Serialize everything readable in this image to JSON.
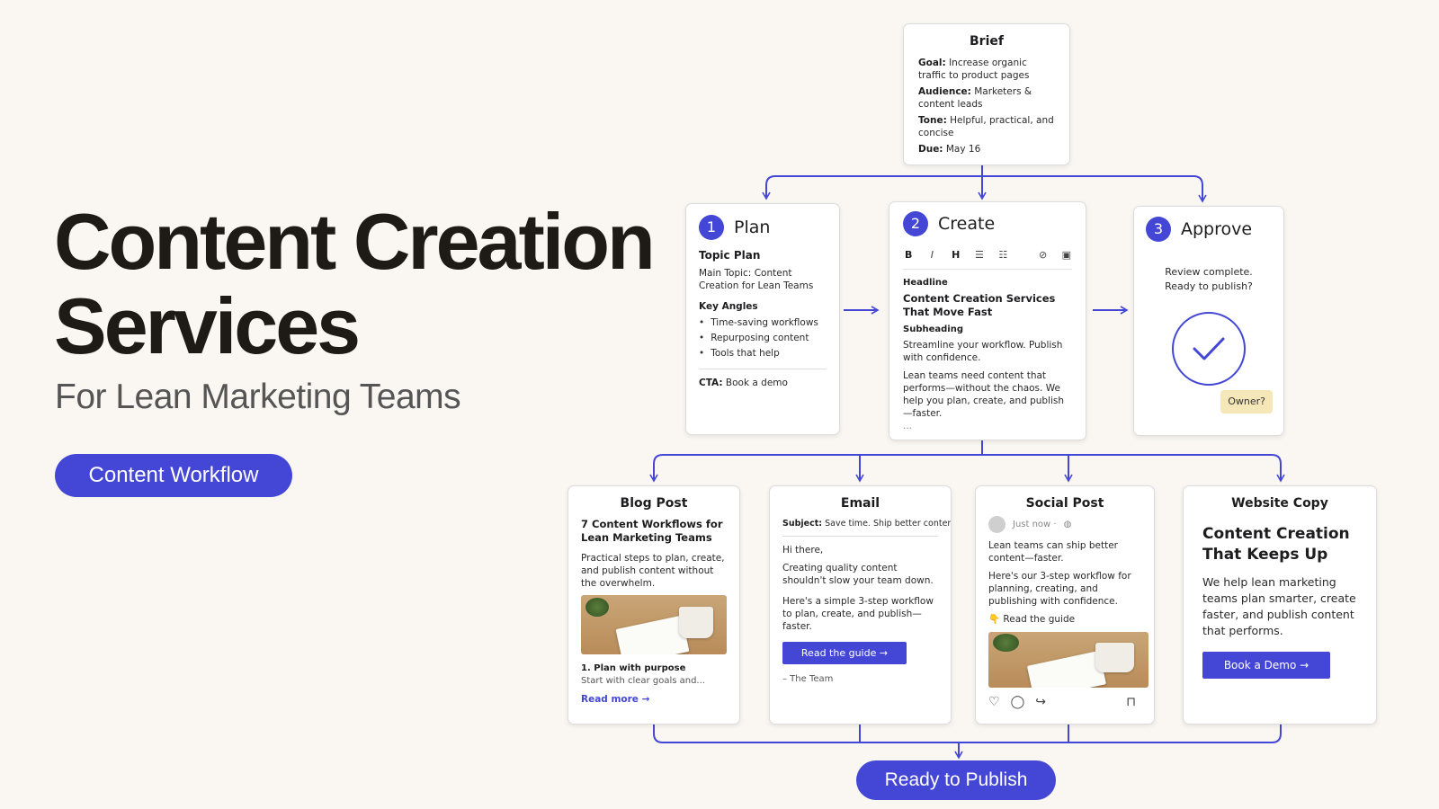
{
  "hero": {
    "title_line1": "Content Creation",
    "title_line2": "Services",
    "subtitle": "For Lean Marketing Teams",
    "workflow_pill": "Content Workflow"
  },
  "brief": {
    "title": "Brief",
    "goal_label": "Goal:",
    "goal_text": "Increase organic traffic to product pages",
    "audience_label": "Audience:",
    "audience_text": "Marketers & content leads",
    "tone_label": "Tone:",
    "tone_text": "Helpful, practical, and concise",
    "due_label": "Due:",
    "due_text": "May 16"
  },
  "plan": {
    "number": "1",
    "title": "Plan",
    "heading": "Topic Plan",
    "main_topic_label": "Main Topic:",
    "main_topic_text": "Content Creation for Lean Teams",
    "angles_heading": "Key Angles",
    "angles": [
      "Time-saving workflows",
      "Repurposing content",
      "Tools that help"
    ],
    "cta_label": "CTA:",
    "cta_text": "Book a demo"
  },
  "create": {
    "number": "2",
    "title": "Create",
    "toolbar": [
      "B",
      "I",
      "H",
      "☰",
      "☷",
      "⊘",
      "▣"
    ],
    "headline_label": "Headline",
    "headline_text": "Content Creation Services That Move Fast",
    "subheading_label": "Subheading",
    "subheading_text": "Streamline your workflow. Publish with confidence.",
    "body": "Lean teams need content that performs—without the chaos. We help you plan, create, and publish—faster.",
    "ellipsis": "..."
  },
  "approve": {
    "number": "3",
    "title": "Approve",
    "message": "Review complete. Ready to publish?",
    "owner": "Owner?"
  },
  "blog": {
    "title": "Blog Post",
    "headline": "7 Content Workflows for Lean Marketing Teams",
    "summary": "Practical steps to plan, create, and publish content without the overwhelm.",
    "item": "1. Plan with purpose",
    "item_text": "Start with clear goals and...",
    "read_more": "Read more →"
  },
  "email": {
    "title": "Email",
    "subject_label": "Subject:",
    "subject_text": "Save time. Ship better content.",
    "greeting": "Hi there,",
    "para1": "Creating quality content shouldn't slow your team down.",
    "para2": "Here's a simple 3-step workflow to plan, create, and publish—faster.",
    "button": "Read the guide →",
    "signoff": "– The Team"
  },
  "social": {
    "title": "Social Post",
    "time": "Just now ·",
    "post1": "Lean teams can ship better content—faster.",
    "post2": "Here's our 3-step workflow for planning, creating, and publishing with confidence.",
    "guide": "👇 Read the guide",
    "icons": [
      "heart-icon",
      "comment-icon",
      "share-icon",
      "bookmark-icon"
    ]
  },
  "website": {
    "title": "Website Copy",
    "headline": "Content Creation That Keeps Up",
    "body": "We help lean marketing teams plan smarter, create faster, and publish content that performs.",
    "button": "Book a Demo →"
  },
  "footer": {
    "publish_pill": "Ready to Publish"
  },
  "colors": {
    "accent": "#4447d6",
    "background": "#faf7f2",
    "owner_badge": "#f6e7b8"
  }
}
